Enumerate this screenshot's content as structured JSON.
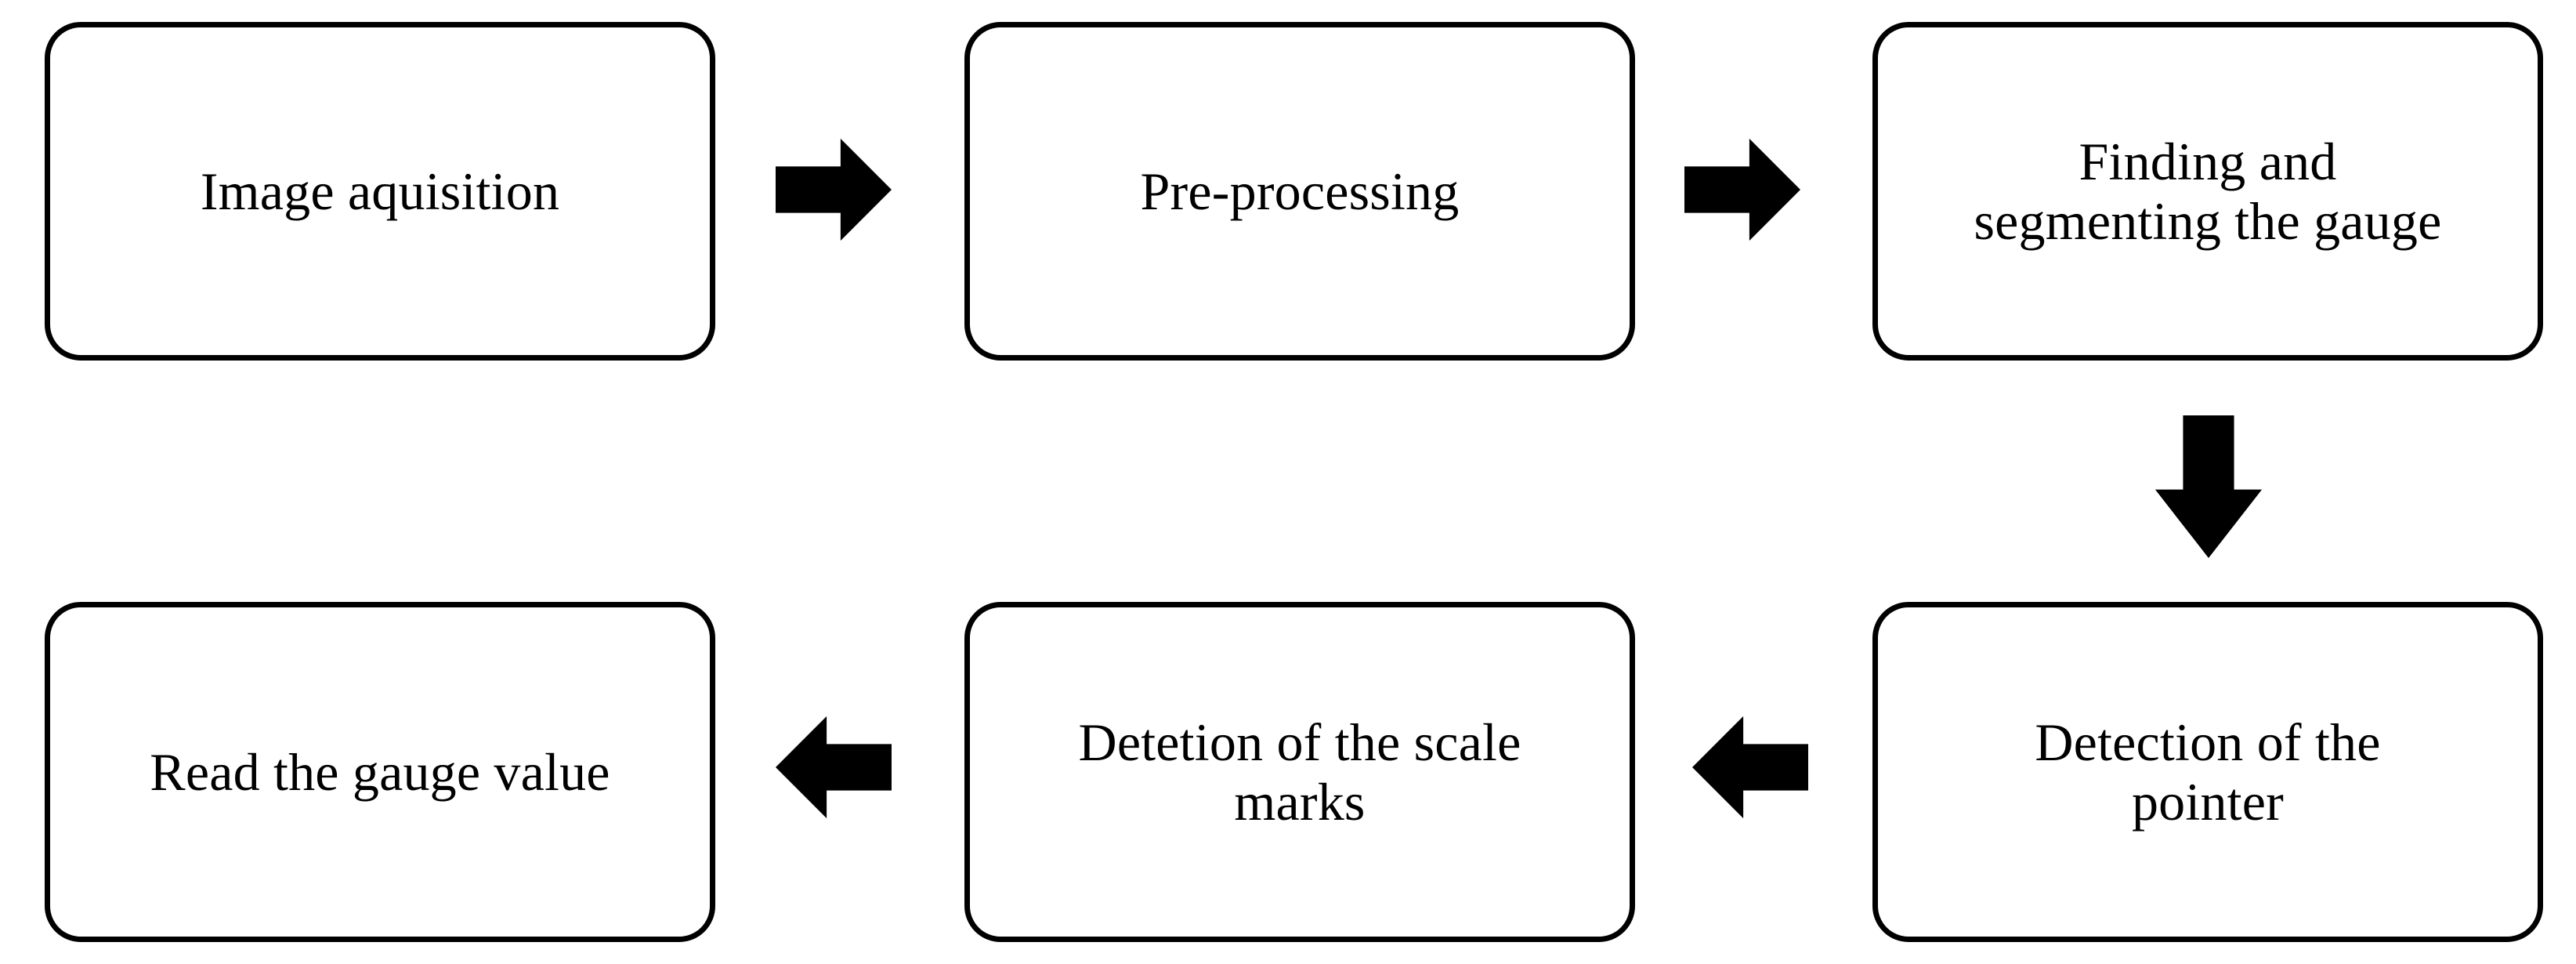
{
  "diagram": {
    "title": "Gauge reading pipeline flowchart",
    "background_color": "#ffffff",
    "stroke_color": "#000000",
    "nodes": [
      {
        "id": "image-acquisition",
        "label": "Image aquisition"
      },
      {
        "id": "pre-processing",
        "label": "Pre-processing"
      },
      {
        "id": "finding-segmenting",
        "label": "Finding and\nsegmenting the gauge"
      },
      {
        "id": "detection-pointer",
        "label": "Detection of the\npointer"
      },
      {
        "id": "detection-scale",
        "label": "Detetion of the scale\nmarks"
      },
      {
        "id": "read-gauge-value",
        "label": "Read the gauge value"
      }
    ],
    "arrows": [
      {
        "id": "acq-to-pre",
        "direction": "right",
        "icon": "arrow-right-icon",
        "from": "image-acquisition",
        "to": "pre-processing"
      },
      {
        "id": "pre-to-finding",
        "direction": "right",
        "icon": "arrow-right-icon",
        "from": "pre-processing",
        "to": "finding-segmenting"
      },
      {
        "id": "finding-to-pointer",
        "direction": "down",
        "icon": "arrow-down-icon",
        "from": "finding-segmenting",
        "to": "detection-pointer"
      },
      {
        "id": "pointer-to-scale",
        "direction": "left",
        "icon": "arrow-left-icon",
        "from": "detection-pointer",
        "to": "detection-scale"
      },
      {
        "id": "scale-to-read",
        "direction": "left",
        "icon": "arrow-left-icon",
        "from": "detection-scale",
        "to": "read-gauge-value"
      }
    ]
  }
}
